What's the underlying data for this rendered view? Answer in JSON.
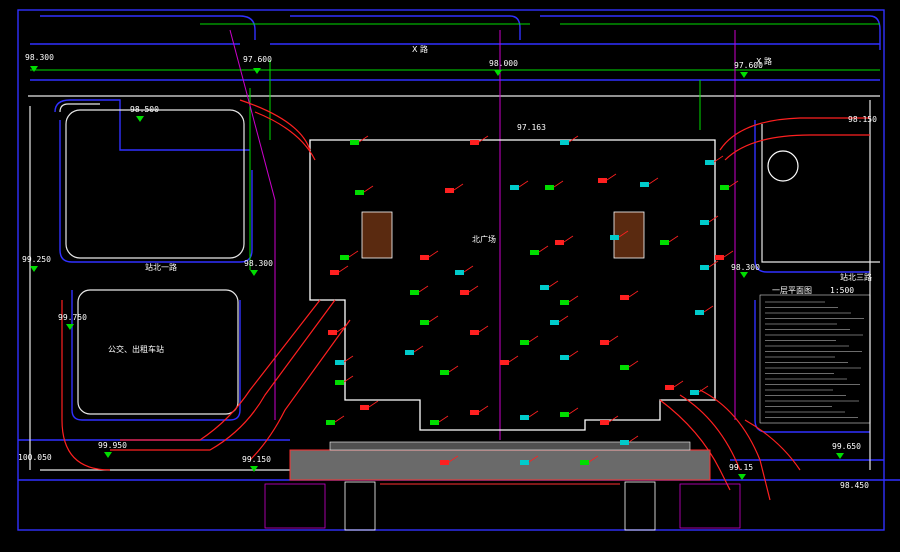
{
  "labels": {
    "plaza": "北广场",
    "legend_title": "一层平面图",
    "legend_scale": "1:500",
    "road_top_left": "X 路",
    "road_top_right": "X 路",
    "block_left": "公交、出租车站",
    "block_right_label": "站北三路",
    "block_left_label": "站北一路",
    "elev_1": "98.300",
    "elev_2": "97.600",
    "elev_3": "98.000",
    "elev_4": "97.600",
    "elev_5": "98.500",
    "elev_6": "97.163",
    "elev_7": "98.150",
    "elev_8": "99.250",
    "elev_9": "98.300",
    "elev_10": "99.750",
    "elev_11": "98.300",
    "elev_12": "99.950",
    "elev_13": "100.050",
    "elev_14": "99.150",
    "elev_15": "99.650",
    "elev_16": "99.15",
    "elev_17": "98.450"
  },
  "colors": {
    "background": "#000000",
    "road_edge": "#3030ff",
    "curb": "#ffffff",
    "dim_red": "#ff2020",
    "green": "#00ff00",
    "magenta": "#ff00ff",
    "cyan": "#00ffff",
    "yellow": "#ffff00"
  }
}
